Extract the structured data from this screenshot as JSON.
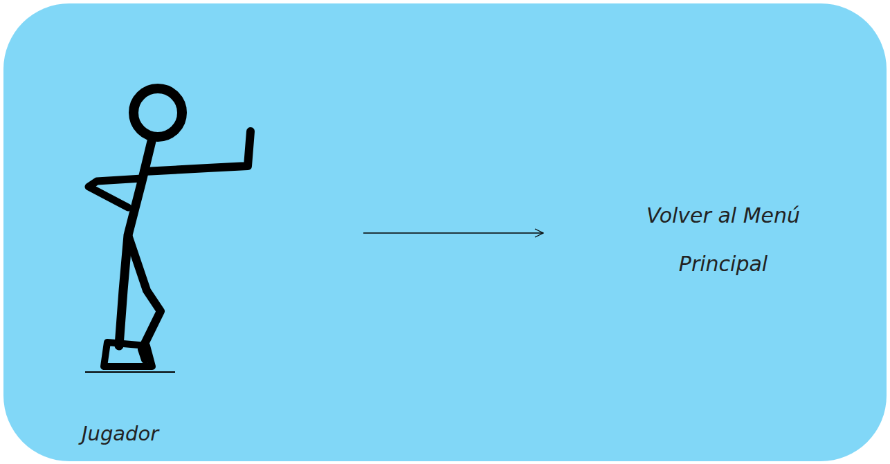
{
  "diagram": {
    "nodes": [
      {
        "text": [
          "Jugador"
        ]
      },
      {
        "text": [
          "Volver al Menú Principal"
        ]
      }
    ],
    "edges": [
      {
        "from": 0,
        "to": 1,
        "arrow": "to"
      }
    ]
  }
}
